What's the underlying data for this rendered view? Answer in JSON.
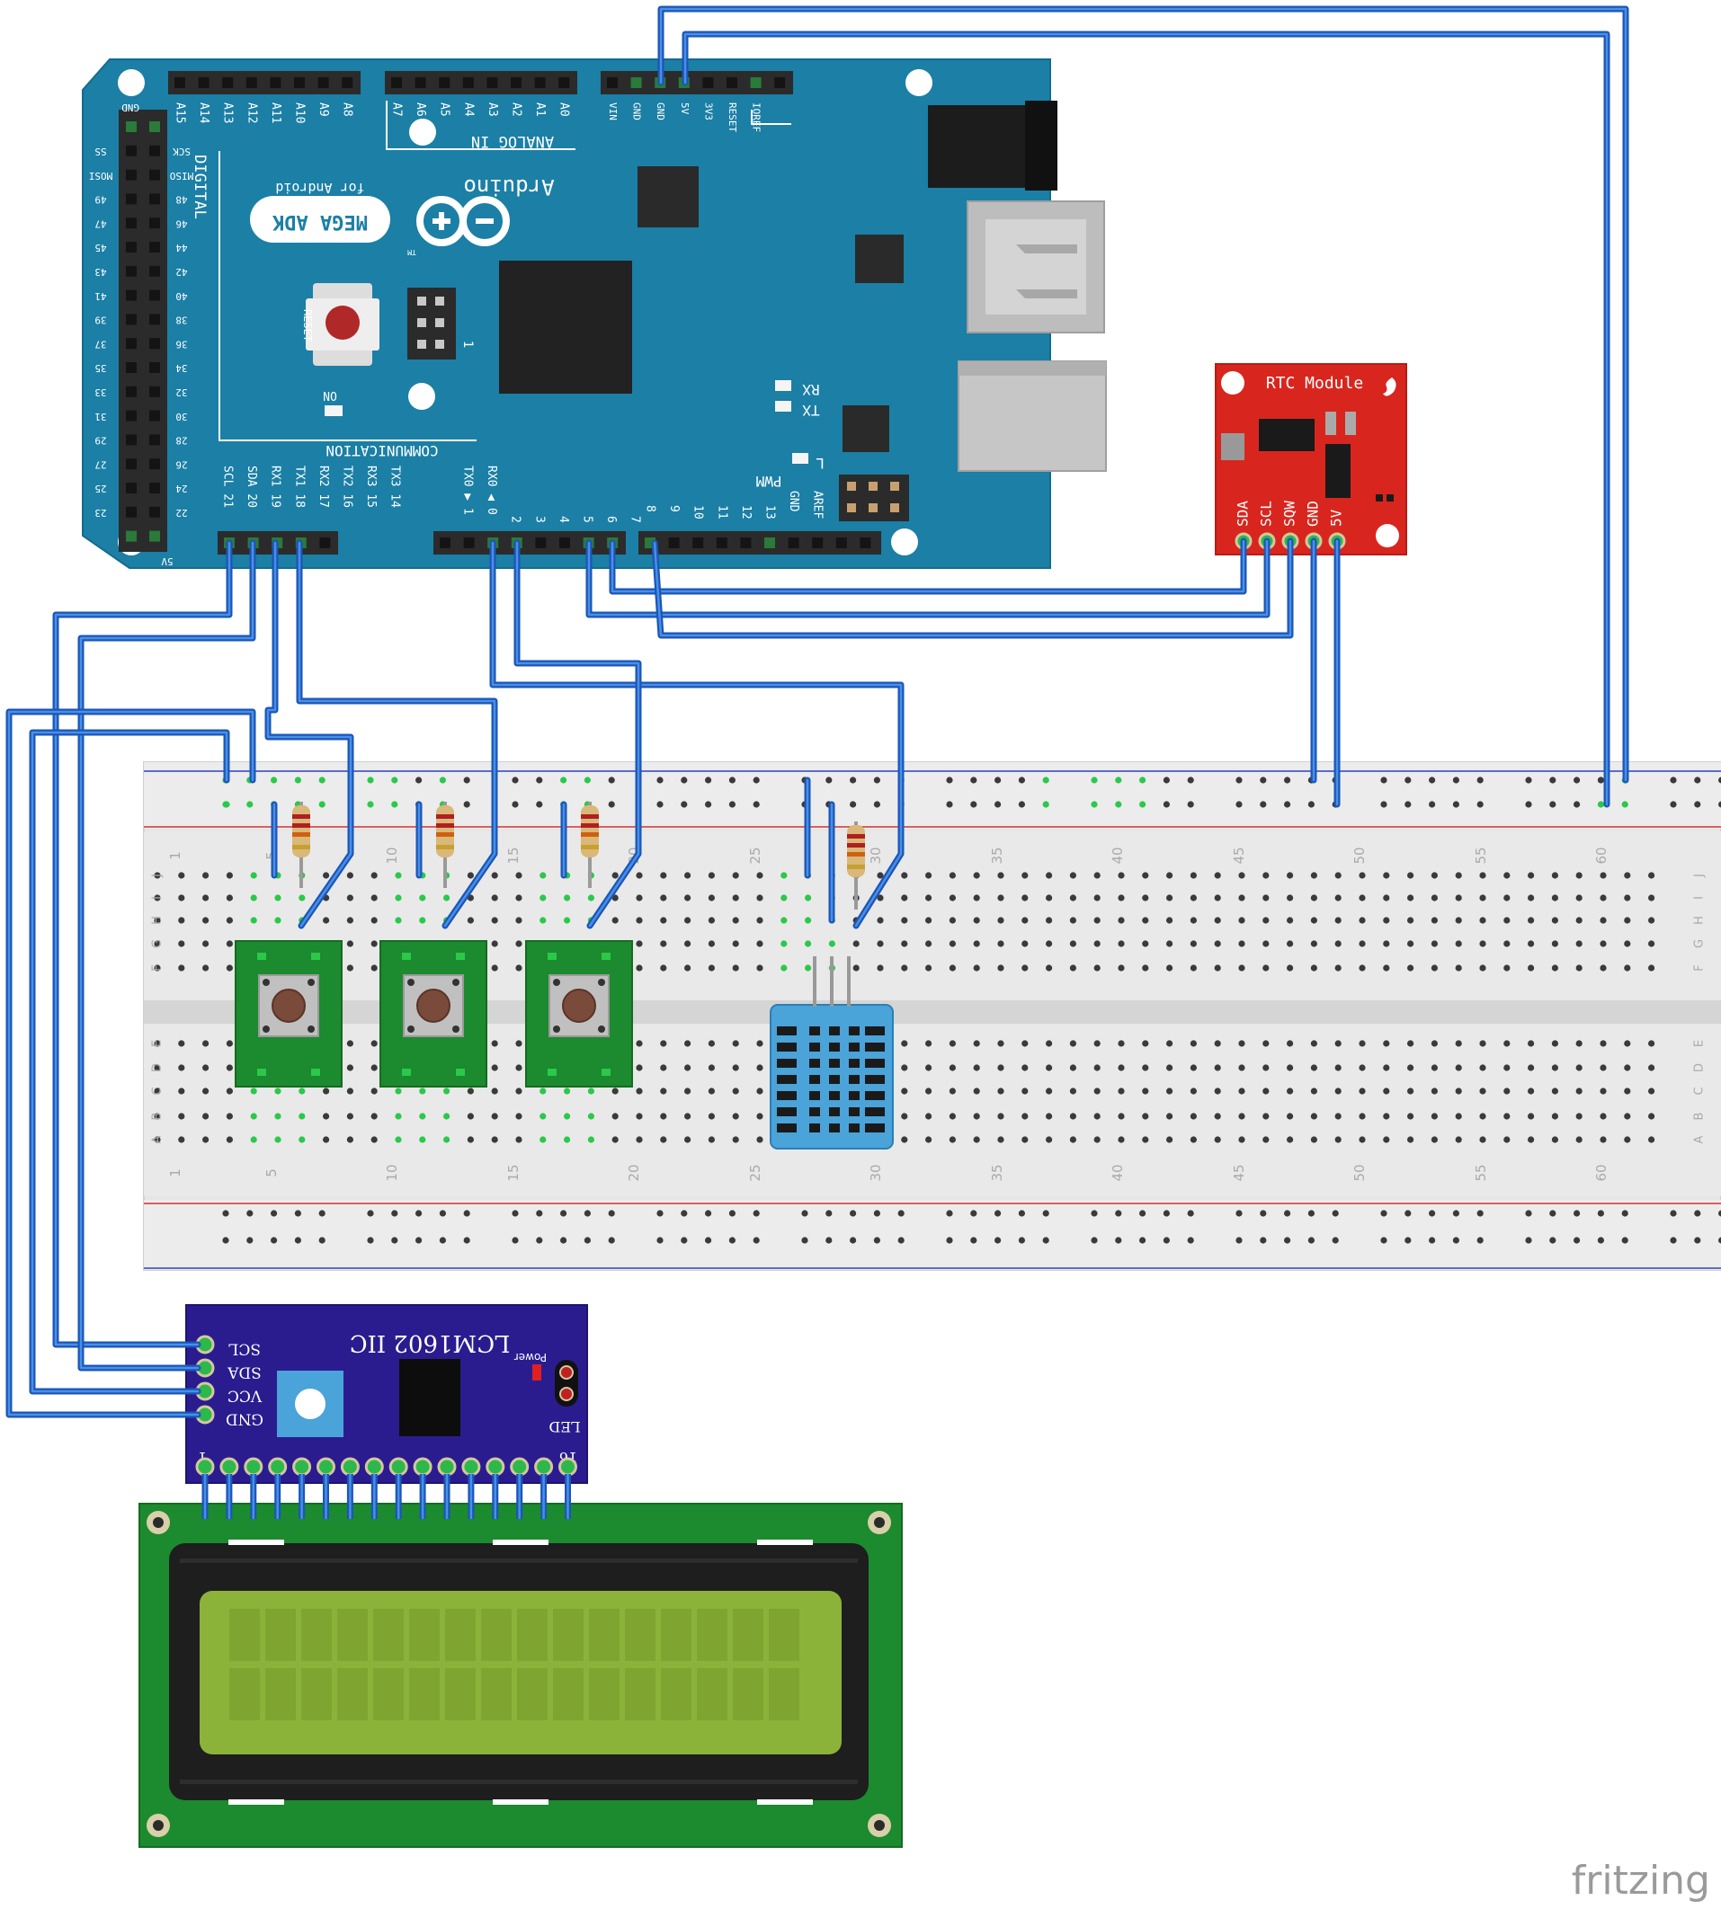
{
  "colors": {
    "arduino_board": "#1b7fa6",
    "rtc_board": "#d8261e",
    "lcd_pcb": "#1c8a2e",
    "lcd_screen": "#8bb33a",
    "i2c_backpack": "#2a1c8f",
    "dht_sensor": "#4aa3d9",
    "wire": "#1a56b8",
    "breadboard": "#e8e8e8",
    "rail_red": "#d43030",
    "rail_blue": "#3040c0"
  },
  "arduino": {
    "brand": "Arduino",
    "model": "MEGA ADK",
    "subtitle": "for Android",
    "tm": "TM",
    "reset": "RESET",
    "on": "ON",
    "rx": "RX",
    "tx": "TX",
    "l": "L",
    "pwm": "PWM",
    "digital": "DIGITAL",
    "analog_in": "ANALOG IN",
    "communication": "COMMUNICATION",
    "one": "1",
    "top_analog_left": [
      "A15",
      "A14",
      "A13",
      "A12",
      "A11",
      "A10",
      "A9",
      "A8"
    ],
    "top_analog_right": [
      "A7",
      "A6",
      "A5",
      "A4",
      "A3",
      "A2",
      "A1",
      "A0"
    ],
    "power_pins": [
      "VIN",
      "GND",
      "GND",
      "5V",
      "3V3",
      "RESET",
      "IOREF"
    ],
    "comm_pins": [
      "SCL 21",
      "SDA 20",
      "RX1 19",
      "TX1 18",
      "RX2 17",
      "TX2 16",
      "RX3 15",
      "TX3 14"
    ],
    "pwm_left": [
      "TX0 ▶ 1",
      "RX0 ◀ 0",
      "2",
      "3",
      "4",
      "5",
      "6",
      "7"
    ],
    "pwm_right": [
      "8",
      "9",
      "10",
      "11",
      "12",
      "13",
      "GND",
      "AREF"
    ],
    "side_left": [
      "SS",
      "MOSI",
      "49",
      "47",
      "45",
      "43",
      "41",
      "39",
      "37",
      "35",
      "33",
      "31",
      "29",
      "27",
      "25",
      "23"
    ],
    "side_right": [
      "SCK",
      "MISO",
      "48",
      "46",
      "44",
      "42",
      "40",
      "38",
      "36",
      "34",
      "32",
      "30",
      "28",
      "26",
      "24",
      "22"
    ],
    "gnd_top": "GND",
    "v5_bottom": "5V"
  },
  "rtc": {
    "title": "RTC Module",
    "pins": [
      "SDA",
      "SCL",
      "SQW",
      "GND",
      "5V"
    ]
  },
  "breadboard": {
    "col_numbers": [
      "1",
      "5",
      "10",
      "15",
      "20",
      "25",
      "30",
      "35",
      "40",
      "45",
      "50",
      "55",
      "60"
    ],
    "rows_top": [
      "J",
      "I",
      "H",
      "G",
      "F"
    ],
    "rows_bottom": [
      "E",
      "D",
      "C",
      "B",
      "A"
    ]
  },
  "i2c": {
    "title": "LCM1602 IIC",
    "pins": [
      "SCL",
      "SDA",
      "VCC",
      "GND"
    ],
    "power": "Power",
    "led": "LED",
    "pin_first": "1",
    "pin_last": "16"
  },
  "watermark": "fritzing"
}
